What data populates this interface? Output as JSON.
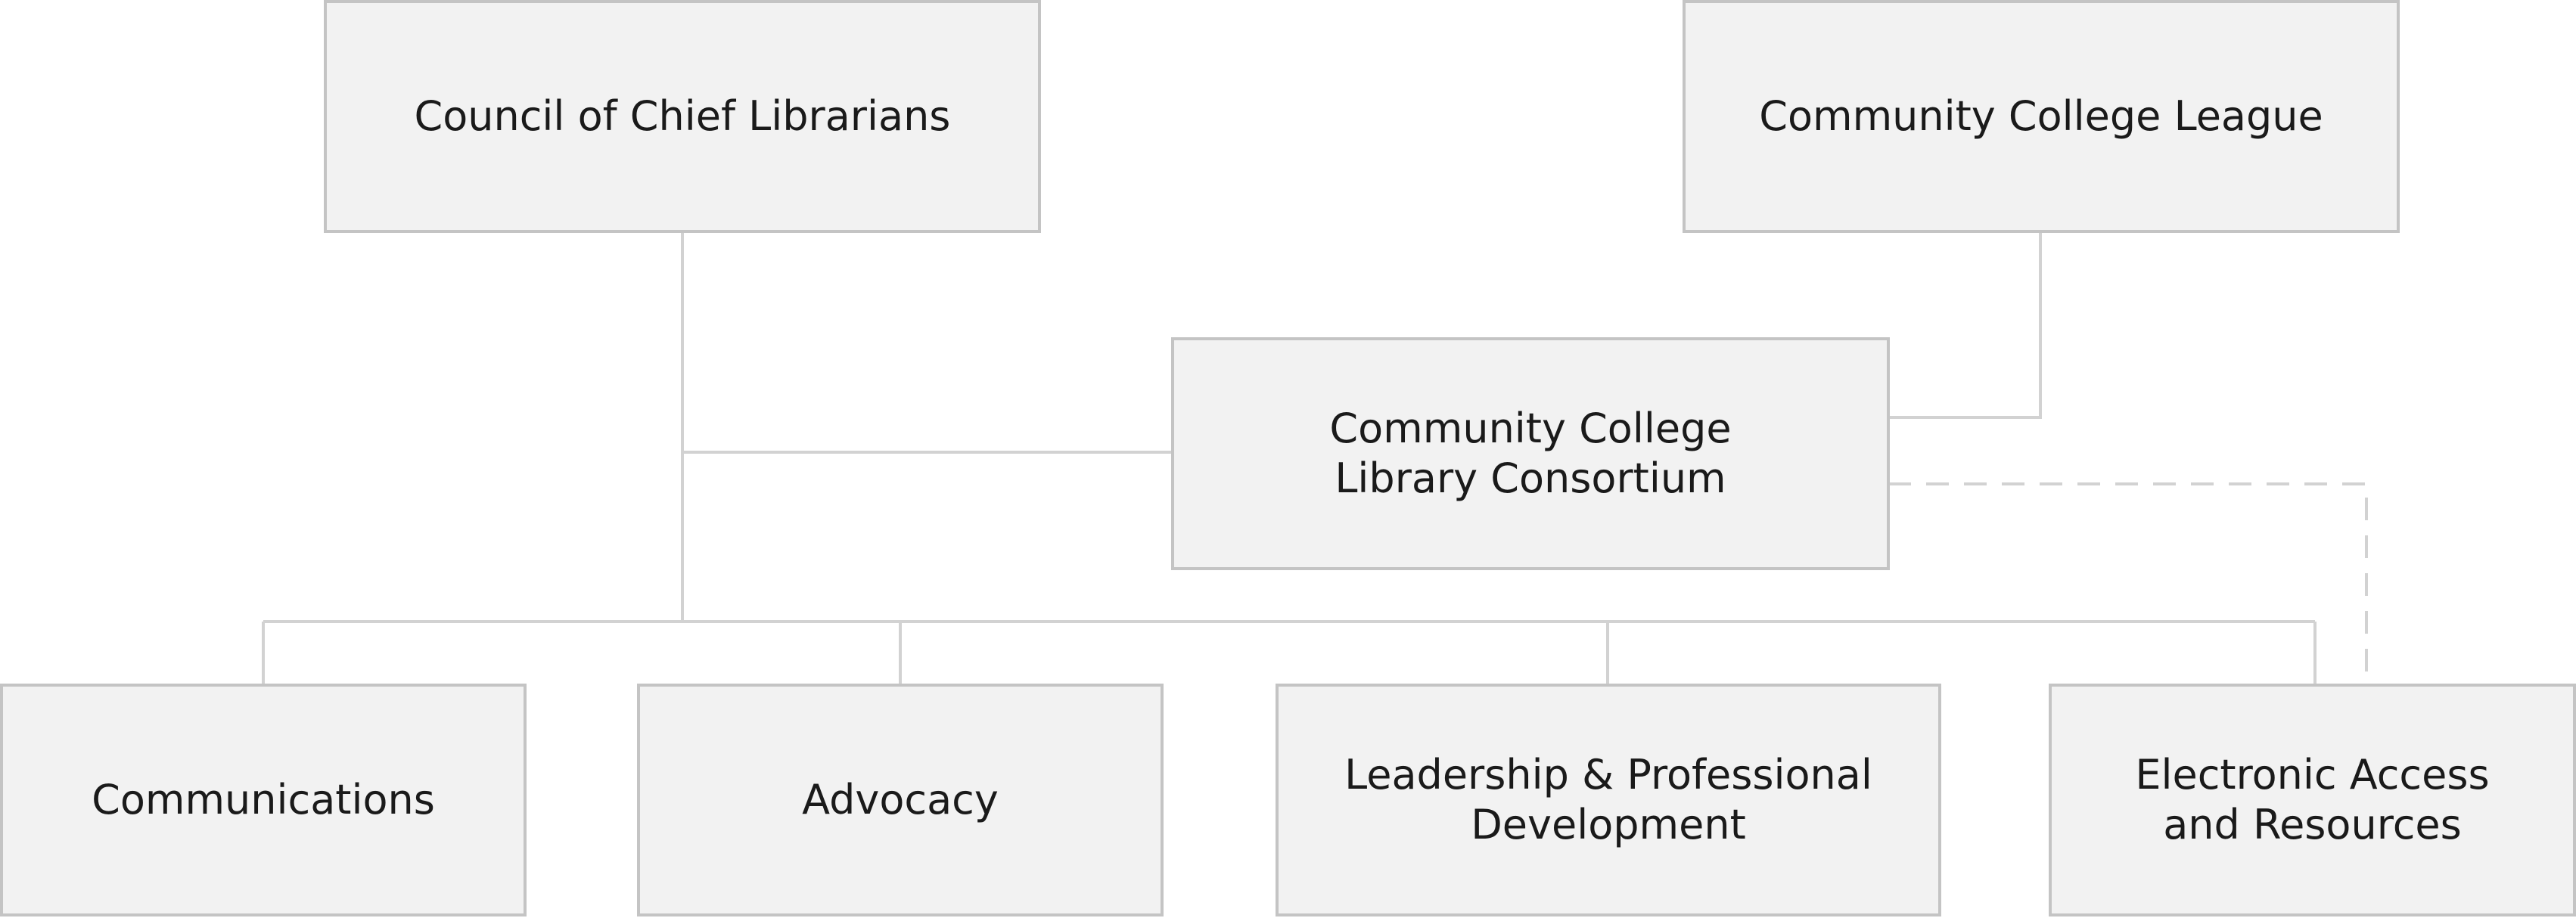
{
  "diagram": {
    "colors": {
      "box_fill": "#f2f2f2",
      "box_border": "#c4c4c4",
      "connector": "#d2d2d2",
      "text": "#1a1a1a"
    },
    "top_left": {
      "label": "Council of Chief Librarians"
    },
    "top_right": {
      "label": "Community College League"
    },
    "middle": {
      "label": "Community College\nLibrary Consortium"
    },
    "committees": [
      {
        "label": "Communications"
      },
      {
        "label": "Advocacy"
      },
      {
        "label": "Leadership & Professional\nDevelopment"
      },
      {
        "label": "Electronic Access\nand Resources"
      }
    ],
    "links": [
      {
        "from": "Council of Chief Librarians",
        "to": "Community College Library Consortium",
        "style": "solid"
      },
      {
        "from": "Community College League",
        "to": "Community College Library Consortium",
        "style": "solid"
      },
      {
        "from": "Council of Chief Librarians",
        "to": "Communications",
        "style": "solid"
      },
      {
        "from": "Council of Chief Librarians",
        "to": "Advocacy",
        "style": "solid"
      },
      {
        "from": "Council of Chief Librarians",
        "to": "Leadership & Professional Development",
        "style": "solid"
      },
      {
        "from": "Council of Chief Librarians",
        "to": "Electronic Access and Resources",
        "style": "solid"
      },
      {
        "from": "Community College Library Consortium",
        "to": "Electronic Access and Resources",
        "style": "dashed"
      }
    ]
  }
}
